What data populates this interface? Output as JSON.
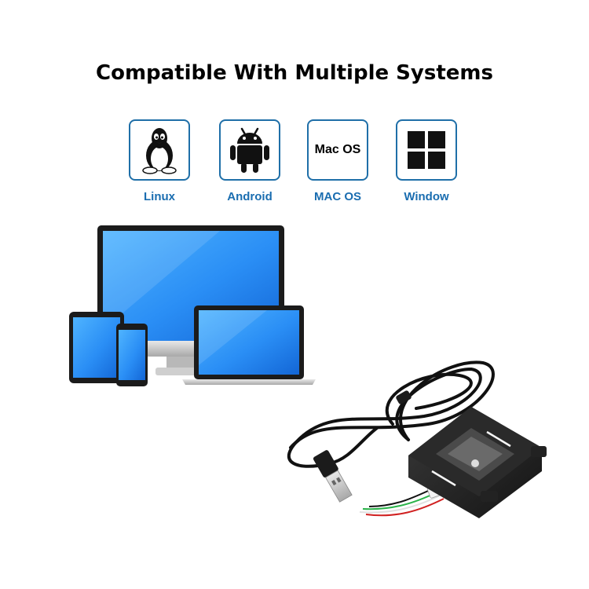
{
  "heading": "Compatible With Multiple Systems",
  "systems": [
    {
      "label": "Linux",
      "icon": "linux-penguin-icon"
    },
    {
      "label": "Android",
      "icon": "android-robot-icon"
    },
    {
      "label": "MAC OS",
      "icon": "mac-os-text-icon",
      "icon_text": "Mac OS"
    },
    {
      "label": "Window",
      "icon": "windows-logo-icon"
    }
  ],
  "colors": {
    "accent_blue": "#1a6db0",
    "screen_blue": "#1e90ff",
    "device_black": "#1b1b1b"
  }
}
